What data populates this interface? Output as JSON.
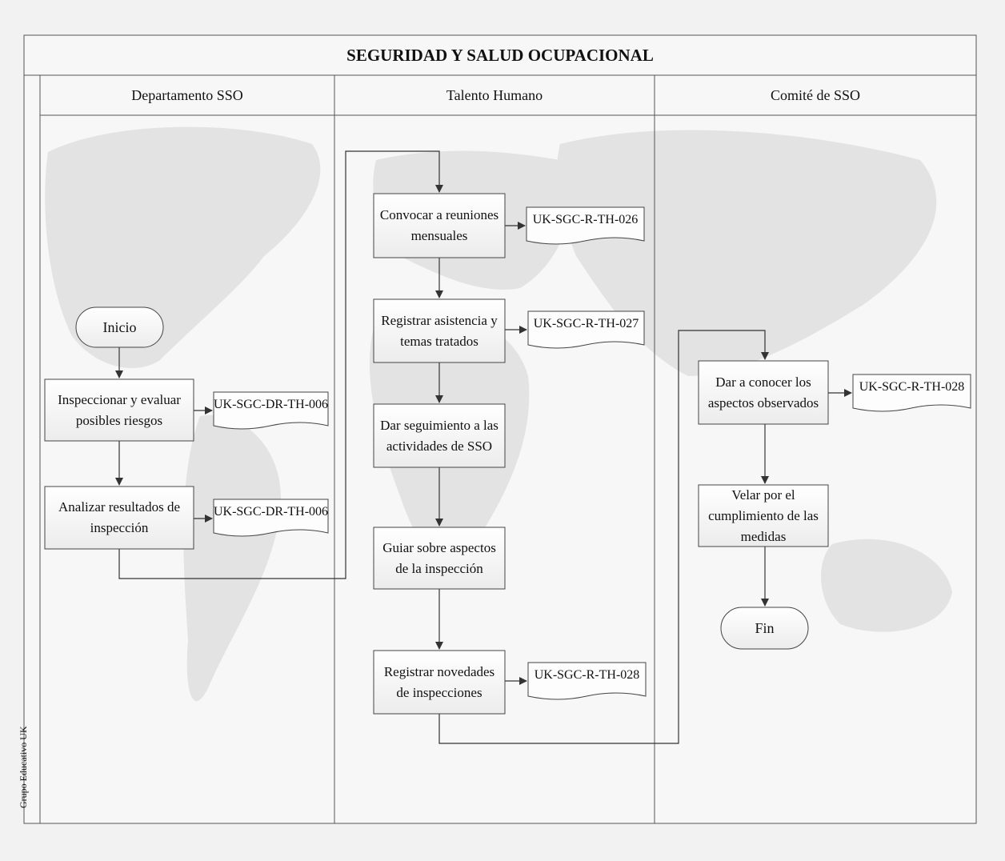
{
  "title": "SEGURIDAD Y SALUD OCUPACIONAL",
  "side_label": "Grupo Educativo UK",
  "lanes": [
    {
      "name": "Departamento SSO"
    },
    {
      "name": "Talento Humano"
    },
    {
      "name": "Comité de SSO"
    }
  ],
  "nodes": {
    "inicio": "Inicio",
    "inspeccionar": "Inspeccionar y evaluar\nposibles riesgos",
    "analizar": "Analizar resultados de\ninspección",
    "convocar": "Convocar a reuniones\nmensuales",
    "registrar_asistencia": "Registrar asistencia y\ntemas tratados",
    "dar_seguimiento": "Dar seguimiento a las\nactividades de SSO",
    "guiar": "Guiar sobre aspectos\nde la inspección",
    "registrar_novedades": "Registrar novedades\nde inspecciones",
    "dar_a_conocer": "Dar a conocer los\naspectos observados",
    "velar": "Velar por el\ncumplimiento de las\nmedidas",
    "fin": "Fin"
  },
  "documents": {
    "doc_inspeccionar": "UK-SGC-DR-TH-006",
    "doc_analizar": "UK-SGC-DR-TH-006",
    "doc_convocar": "UK-SGC-R-TH-026",
    "doc_registrar_asistencia": "UK-SGC-R-TH-027",
    "doc_registrar_novedades": "UK-SGC-R-TH-028",
    "doc_dar_a_conocer": "UK-SGC-R-TH-028"
  }
}
